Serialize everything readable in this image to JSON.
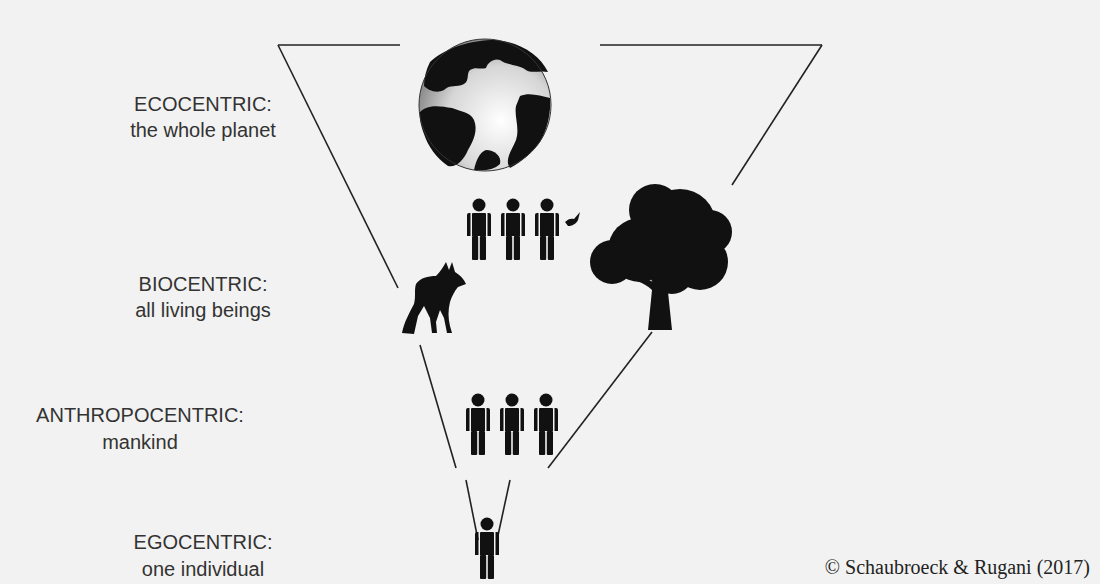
{
  "diagram": {
    "labels": [
      "ECOCENTRIC:",
      "the whole planet",
      "BIOCENTRIC:",
      "all living beings",
      "ANTHROPOCENTRIC:",
      "mankind",
      "EGOCENTRIC:",
      "one individual",
      "© Schaubroeck & Rugani (2017)"
    ]
  }
}
